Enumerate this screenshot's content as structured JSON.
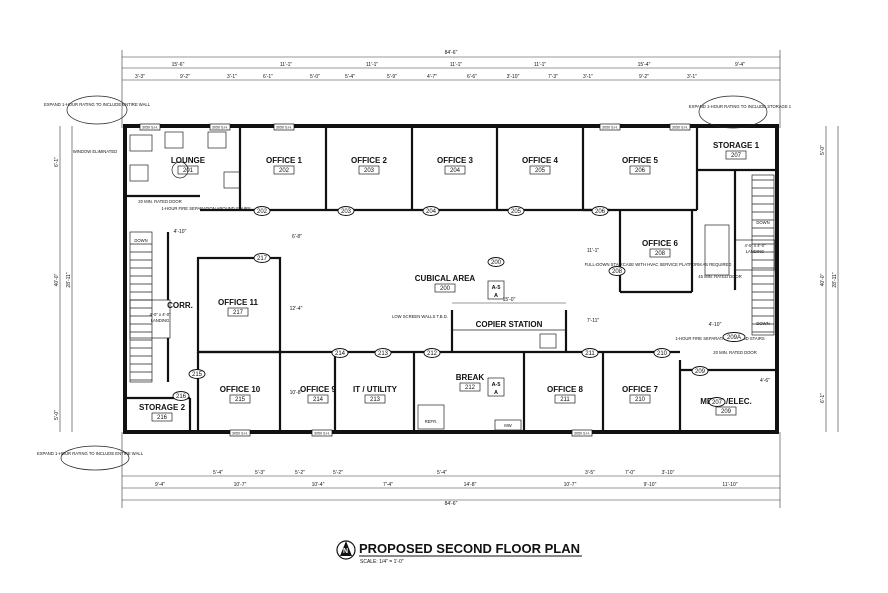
{
  "title": "PROPOSED SECOND FLOOR PLAN",
  "scale": "SCALE: 1/4\" = 1'-0\"",
  "dims_top_overall": "84'-6\"",
  "dims_bottom_overall": "84'-6\"",
  "dims_top_row2": [
    "15'-6\"",
    "11'-1\"",
    "11'-1\"",
    "11'-1\"",
    "11'-1\"",
    "15'-4\"",
    "9'-4\""
  ],
  "dims_top_row3": [
    "3'-3\"",
    "9'-2\"",
    "3'-1\"",
    "6'-1\"",
    "5'-0\"",
    "5'-4\"",
    "5'-9\"",
    "4'-7\"",
    "6'-6\"",
    "3'-10\"",
    "7'-3\"",
    "3'-1\"",
    "9'-2\"",
    "3'-1\""
  ],
  "dims_bottom_row1": [
    "5'-4\"",
    "5'-3\"",
    "5'-2\"",
    "5'-2\"",
    "5'-4\"",
    "3'-5\"",
    "7'-0\"",
    "3'-10\""
  ],
  "dims_bottom_row2": [
    "10'-7\"",
    "10'-4\"",
    "7'-4\"",
    "14'-8\"",
    "10'-7\"",
    "9'-10\""
  ],
  "dims_bottom_row3": [
    "9'-4\"",
    "11'-10\""
  ],
  "dims_left": [
    "6'-1\"",
    "40'-0\"",
    "28'-11\"",
    "5'-0\""
  ],
  "dims_right": [
    "5'-0\"",
    "40'-0\"",
    "28'-11\"",
    "6'-1\""
  ],
  "rooms": [
    {
      "name": "LOUNGE",
      "num": "201"
    },
    {
      "name": "OFFICE 1",
      "num": "202"
    },
    {
      "name": "OFFICE 2",
      "num": "203"
    },
    {
      "name": "OFFICE 3",
      "num": "204"
    },
    {
      "name": "OFFICE 4",
      "num": "205"
    },
    {
      "name": "OFFICE 5",
      "num": "206"
    },
    {
      "name": "STORAGE 1",
      "num": "207"
    },
    {
      "name": "OFFICE 6",
      "num": "208"
    },
    {
      "name": "CUBICAL AREA",
      "num": "200"
    },
    {
      "name": "OFFICE 11",
      "num": "217"
    },
    {
      "name": "CORR.",
      "num": ""
    },
    {
      "name": "COPIER STATION",
      "num": ""
    },
    {
      "name": "OFFICE 10",
      "num": "215"
    },
    {
      "name": "OFFICE 9",
      "num": "214"
    },
    {
      "name": "IT / UTILITY",
      "num": "213"
    },
    {
      "name": "BREAK",
      "num": "212"
    },
    {
      "name": "OFFICE 8",
      "num": "211"
    },
    {
      "name": "OFFICE 7",
      "num": "210"
    },
    {
      "name": "MECH./ELEC.",
      "num": "209"
    },
    {
      "name": "STORAGE 2",
      "num": "216"
    }
  ],
  "door_tags": [
    "202",
    "203",
    "204",
    "205",
    "206",
    "207",
    "208",
    "209",
    "209A",
    "210",
    "211",
    "212",
    "213",
    "214",
    "215",
    "216",
    "217",
    "200"
  ],
  "notes": {
    "window": "WINDOW ELIMINATED",
    "expand_tl": "EXPAND 1-HOUR RATING TO INCLUDE ENTIRE WALL",
    "expand_tr": "EXPAND 1-HOUR RATING TO INCLUDE STORAGE 1",
    "expand_bl": "EXPAND 1-HOUR RATING TO INCLUDE ENTIRE WALL",
    "rated_door_l": "20 MIN. RATED DOOR",
    "fire_sep_l": "1-HOUR FIRE SEPARATION AROUND STAIRS",
    "rated_door_r": "45 MIN. RATED DOOR",
    "fire_sep_r": "1-HOUR FIRE SEPARATION AROUND STAIRS",
    "rated_door_r2": "20 MIN. RATED DOOR",
    "staircase": "FULL-DOWN STAIRCASE WITH HVAC SERVICE PLATFORM AS REQUIRED",
    "low_walls": "LOW SCREEN WALLS T.B.D.",
    "landing": "LANDING",
    "landing_dim": "4'-0\" x 4'-0\"",
    "down": "DOWN",
    "dim_4_10": "4'-10\"",
    "dim_15_0": "15'-0\"",
    "dim_11_1": "11'-1\"",
    "dim_7_11": "7'-11\"",
    "dim_12_4": "12'-4\"",
    "dim_6_8": "6'-8\"",
    "dim_10_8": "10'-8\"",
    "dim_4_6": "4'-6\"",
    "refr": "REFR.",
    "mw": "MW",
    "win_label": "3050 S.H."
  },
  "section_tag": {
    "top": "A-5",
    "bottom": "A"
  }
}
